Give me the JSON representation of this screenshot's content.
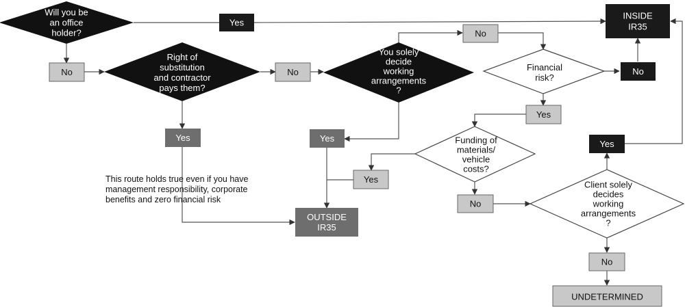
{
  "nodes": {
    "q_office_holder": "Will you be|an office|holder?",
    "q_substitution": "Right of|substitution|and contractor|pays them?",
    "q_solely_decide": "You solely|decide|working|arrangements|?",
    "q_financial_risk": "Financial|risk?",
    "q_funding": "Funding of|materials/|vehicle|costs?",
    "q_client_decides": "Client solely|decides|working|arrangements|?",
    "inside_ir35": "INSIDE|IR35",
    "outside_ir35": "OUTSIDE|IR35",
    "undetermined": "UNDETERMINED"
  },
  "answers": {
    "yes": "Yes",
    "no": "No"
  },
  "note": "This route holds true  even if you have|management responsibility, corporate|benefits and zero financial risk"
}
